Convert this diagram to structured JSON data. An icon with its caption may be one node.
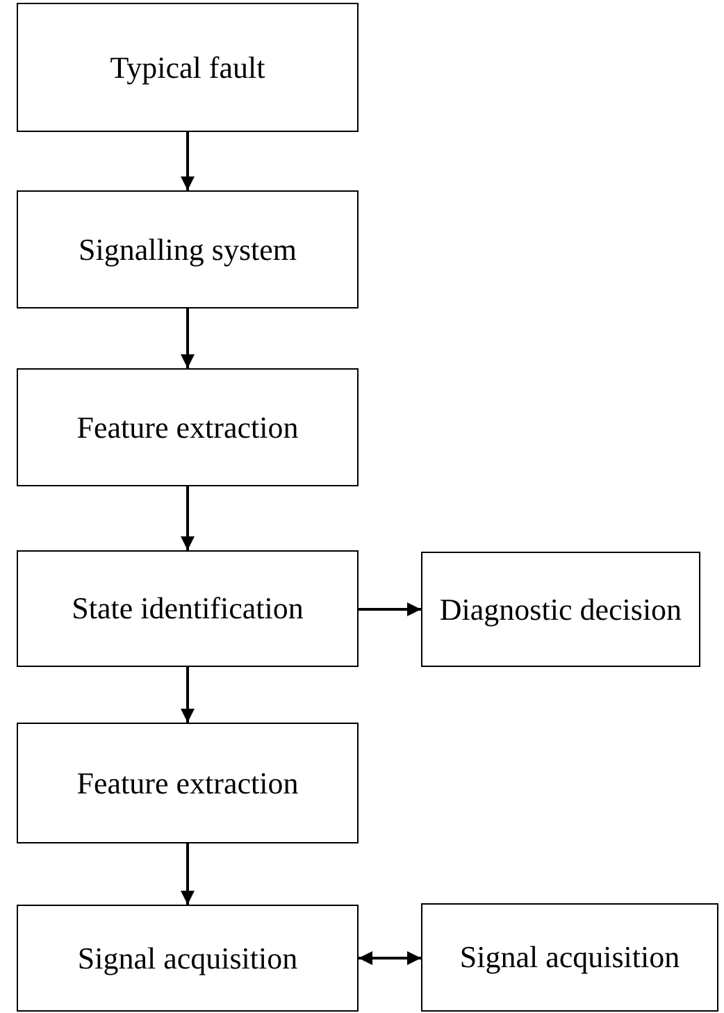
{
  "diagram": {
    "nodes": [
      {
        "text": [
          "Typical fault"
        ]
      },
      {
        "text": [
          "Signalling system"
        ]
      },
      {
        "text": [
          "Feature extraction"
        ]
      },
      {
        "text": [
          "State identification"
        ]
      },
      {
        "text": [
          "Diagnostic decision"
        ]
      },
      {
        "text": [
          "Feature extraction"
        ]
      },
      {
        "text": [
          "Signal acquisition"
        ]
      },
      {
        "text": [
          "Signal acquisition"
        ]
      }
    ],
    "edges": [
      {
        "from": 0,
        "to": 1,
        "arrow": "to"
      },
      {
        "from": 1,
        "to": 2,
        "arrow": "to"
      },
      {
        "from": 2,
        "to": 3,
        "arrow": "to"
      },
      {
        "from": 3,
        "to": 4,
        "arrow": "to"
      },
      {
        "from": 3,
        "to": 5,
        "arrow": "to"
      },
      {
        "from": 5,
        "to": 6,
        "arrow": "to"
      },
      {
        "from": 6,
        "to": 7,
        "arrow": "both"
      }
    ]
  }
}
